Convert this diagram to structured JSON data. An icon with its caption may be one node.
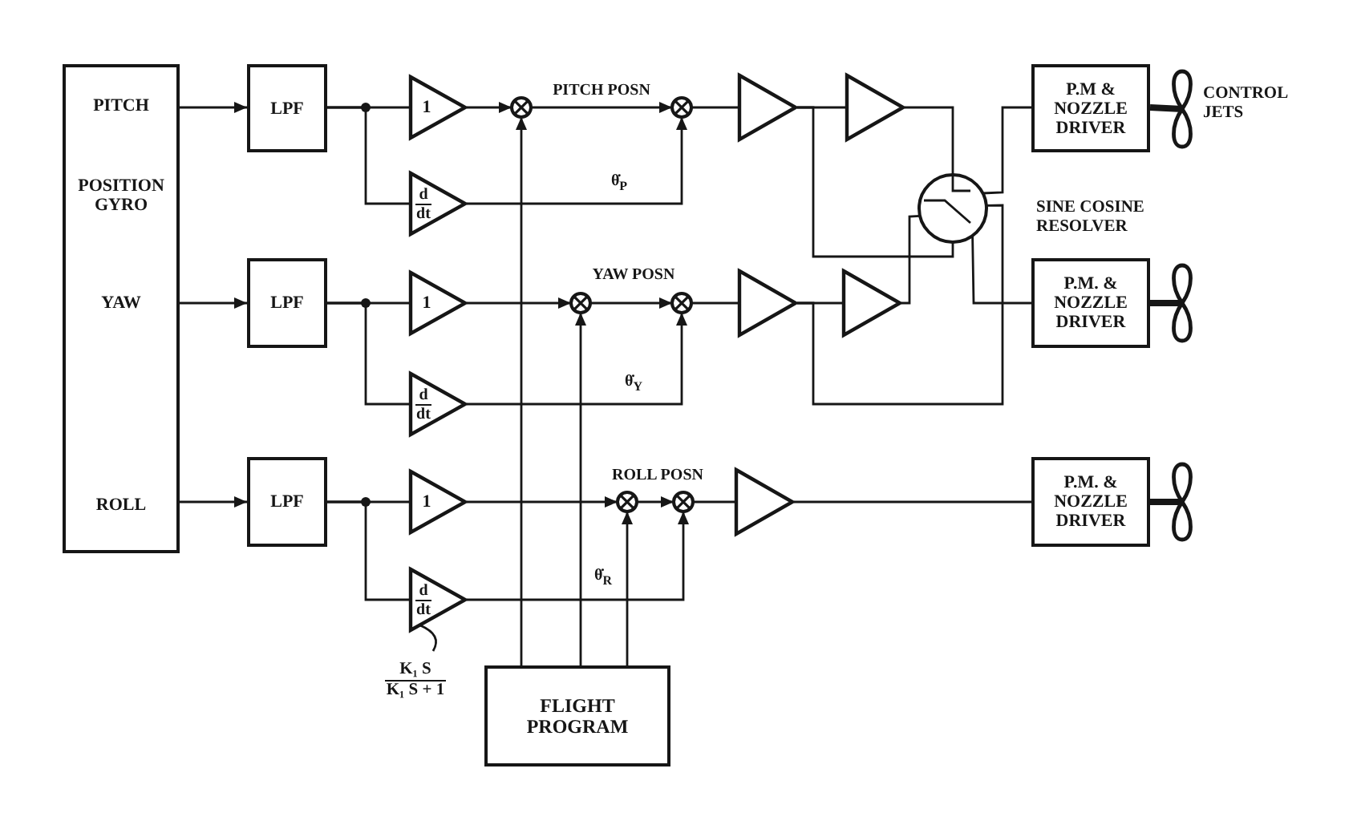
{
  "diagram": {
    "nodes": [
      {
        "text": [
          "PITCH",
          "POSITION GYRO",
          "YAW",
          "ROLL"
        ]
      },
      {
        "text": [
          "LPF"
        ]
      },
      {
        "text": [
          "1"
        ]
      },
      {
        "text": [],
        "shape": "circle"
      },
      {
        "text": [],
        "shape": "circle"
      },
      {
        "text": [],
        "shape": "triangle"
      },
      {
        "text": [],
        "shape": "triangle"
      },
      {
        "text": [
          "P.M & NOZZLE DRIVER"
        ]
      },
      {
        "text": [],
        "shape": "propeller",
        "beside": [
          "CONTROL JETS"
        ]
      },
      {
        "text": [
          "d",
          "dt"
        ]
      },
      {
        "text": [],
        "shape": "circle"
      },
      {
        "text": [
          "LPF"
        ]
      },
      {
        "text": [
          "1"
        ]
      },
      {
        "text": [],
        "shape": "circle"
      },
      {
        "text": [],
        "shape": "circle"
      },
      {
        "text": [],
        "shape": "triangle"
      },
      {
        "text": [],
        "shape": "triangle"
      },
      {
        "text": [
          "P.M. & NOZZLE DRIVER"
        ]
      },
      {
        "text": [],
        "shape": "propeller"
      },
      {
        "text": [
          "d",
          "dt"
        ]
      },
      {
        "text": [
          "LPF"
        ]
      },
      {
        "text": [
          "1"
        ]
      },
      {
        "text": [],
        "shape": "circle"
      },
      {
        "text": [],
        "shape": "circle"
      },
      {
        "text": [],
        "shape": "triangle"
      },
      {
        "text": [
          "P.M. & NOZZLE DRIVER"
        ]
      },
      {
        "text": [],
        "shape": "propeller"
      },
      {
        "text": [
          "d",
          "dt"
        ]
      },
      {
        "text": [
          "K₁ S",
          "K₁ S + 1"
        ]
      },
      {
        "text": [
          "FLIGHT PROGRAM"
        ]
      }
    ],
    "edges": [
      {
        "from": 0,
        "to": 1,
        "arrow": "to"
      },
      {
        "from": 1,
        "to": 2,
        "arrow": "none"
      },
      {
        "from": 1,
        "to": 9,
        "arrow": "none"
      },
      {
        "from": 2,
        "to": 3,
        "arrow": "to"
      },
      {
        "from": 3,
        "to": 4,
        "arrow": "to",
        "label": "PITCH POSN"
      },
      {
        "from": 9,
        "to": 4,
        "arrow": "to",
        "label": "θ̇$_{P}$"
      },
      {
        "from": 29,
        "to": 3,
        "arrow": "to"
      },
      {
        "from": 4,
        "to": 5,
        "arrow": "none"
      },
      {
        "from": 5,
        "to": 6,
        "arrow": "none"
      },
      {
        "from": 5,
        "to": 10,
        "arrow": "none"
      },
      {
        "from": 6,
        "to": 10,
        "arrow": "none"
      },
      {
        "from": 10,
        "to": 7,
        "arrow": "none"
      },
      {
        "from": 7,
        "to": 8,
        "arrow": "none",
        "style": "thick"
      },
      {
        "from": 0,
        "to": 11,
        "arrow": "to"
      },
      {
        "from": 11,
        "to": 12,
        "arrow": "none"
      },
      {
        "from": 11,
        "to": 19,
        "arrow": "none"
      },
      {
        "from": 12,
        "to": 13,
        "arrow": "to"
      },
      {
        "from": 13,
        "to": 14,
        "arrow": "to",
        "label": "YAW POSN"
      },
      {
        "from": 19,
        "to": 14,
        "arrow": "to",
        "label": "θ̇$_{Y}$"
      },
      {
        "from": 29,
        "to": 13,
        "arrow": "to"
      },
      {
        "from": 14,
        "to": 15,
        "arrow": "none"
      },
      {
        "from": 15,
        "to": 16,
        "arrow": "none"
      },
      {
        "from": 15,
        "to": 10,
        "arrow": "none"
      },
      {
        "from": 16,
        "to": 10,
        "arrow": "none"
      },
      {
        "from": 10,
        "to": 17,
        "arrow": "none"
      },
      {
        "from": 17,
        "to": 18,
        "arrow": "none",
        "style": "thick"
      },
      {
        "from": 0,
        "to": 20,
        "arrow": "to"
      },
      {
        "from": 20,
        "to": 21,
        "arrow": "none"
      },
      {
        "from": 20,
        "to": 27,
        "arrow": "none"
      },
      {
        "from": 21,
        "to": 22,
        "arrow": "to"
      },
      {
        "from": 22,
        "to": 23,
        "arrow": "to",
        "label": "ROLL POSN"
      },
      {
        "from": 27,
        "to": 23,
        "arrow": "to",
        "label": "θ̇$_{R}$"
      },
      {
        "from": 29,
        "to": 22,
        "arrow": "to"
      },
      {
        "from": 23,
        "to": 24,
        "arrow": "none"
      },
      {
        "from": 24,
        "to": 25,
        "arrow": "none"
      },
      {
        "from": 25,
        "to": 26,
        "arrow": "none",
        "style": "thick"
      },
      {
        "from": 28,
        "to": 27,
        "arrow": "none"
      }
    ],
    "labels": [
      "SINE COSINE RESOLVER"
    ]
  }
}
